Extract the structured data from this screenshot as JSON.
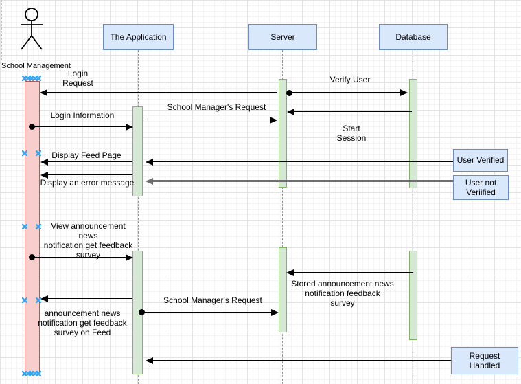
{
  "diagram": {
    "actor": {
      "label": "School Management"
    },
    "lifelines": [
      {
        "label": "The Application"
      },
      {
        "label": "Server"
      },
      {
        "label": "Database"
      }
    ],
    "messages": [
      {
        "label": "Login\nRequest"
      },
      {
        "label": "Verify User"
      },
      {
        "label": "Start\nSession"
      },
      {
        "label": "School Manager's Request"
      },
      {
        "label": "Login Information"
      },
      {
        "label": "Display Feed Page"
      },
      {
        "label": "Display an error message"
      },
      {
        "label": "View announcement news\nnotification get feedback\nsurvey"
      },
      {
        "label": "Stored announcement news\nnotification feedback\nsurvey"
      },
      {
        "label": "announcement news\nnotification get feedback\nsurvey  on Feed"
      },
      {
        "label": "School Manager's Request"
      }
    ],
    "notes": [
      {
        "label": "User Verified"
      },
      {
        "label": "User not\nVeriified"
      },
      {
        "label": "Request\nHandled"
      }
    ],
    "colors": {
      "box_fill": "#dae8fc",
      "box_border": "#6c8ebf",
      "activation_fill": "#d5e8d4",
      "activation_border": "#82b366",
      "actor_bar_fill": "#f8cecc",
      "actor_bar_border": "#b85450",
      "arrow": "#000000",
      "arrow_alt": "#6e6e6e",
      "lifeline": "#7a99c2",
      "selection_handle": "#3aa9f2"
    }
  }
}
